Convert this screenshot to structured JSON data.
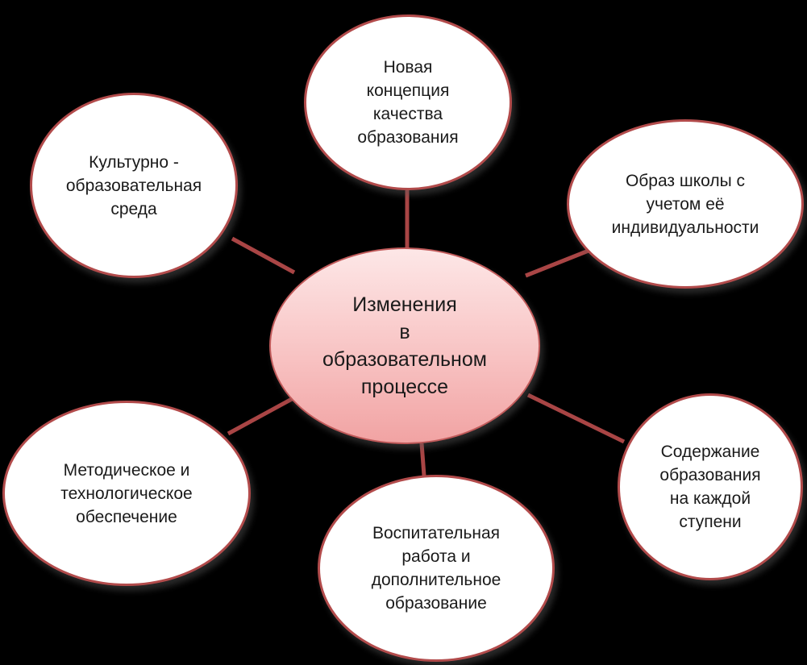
{
  "diagram": {
    "center": {
      "label": "Изменения\nв\nобразовательном\nпроцессе"
    },
    "nodes": [
      {
        "id": "top",
        "label": "Новая\nконцепция\nкачества\nобразования"
      },
      {
        "id": "tl",
        "label": "Культурно -\nобразовательная\nсреда"
      },
      {
        "id": "tr",
        "label": "Образ школы с\nучетом её\nиндивидуальности"
      },
      {
        "id": "left",
        "label": "Методическое и\nтехнологическое\nобеспечение"
      },
      {
        "id": "bottom",
        "label": "Воспитательная\nработа и\nдополнительное\nобразование"
      },
      {
        "id": "right",
        "label": "Содержание\nобразования\nна каждой\nступени"
      }
    ],
    "colors": {
      "background": "#000000",
      "node_fill": "#ffffff",
      "node_border": "#b24b4b",
      "connector": "#a94545",
      "center_fill_top": "#fde7e7",
      "center_fill_bottom": "#f1a3a3"
    }
  }
}
